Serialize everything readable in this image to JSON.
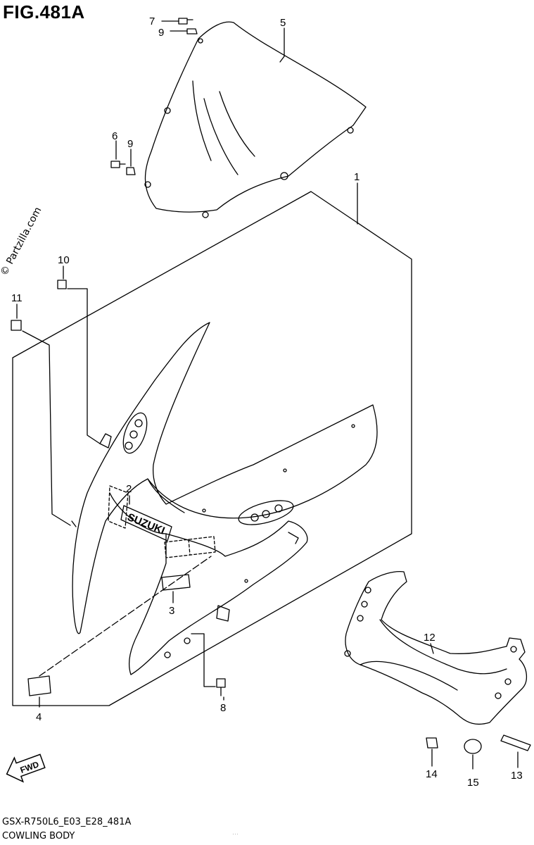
{
  "figure": {
    "title": "FIG.481A",
    "code": "GSX-R750L6_E03_E28_481A",
    "name": "COWLING BODY",
    "watermark": "© Partzilla.com",
    "footnote": "..."
  },
  "callouts": [
    "1",
    "2",
    "3",
    "4",
    "5",
    "6",
    "7",
    "8",
    "9",
    "9",
    "10",
    "11",
    "12",
    "13",
    "14",
    "15"
  ],
  "labels": {
    "brand_text": "SUZUKI",
    "fwd_arrow_text": "FWD"
  }
}
